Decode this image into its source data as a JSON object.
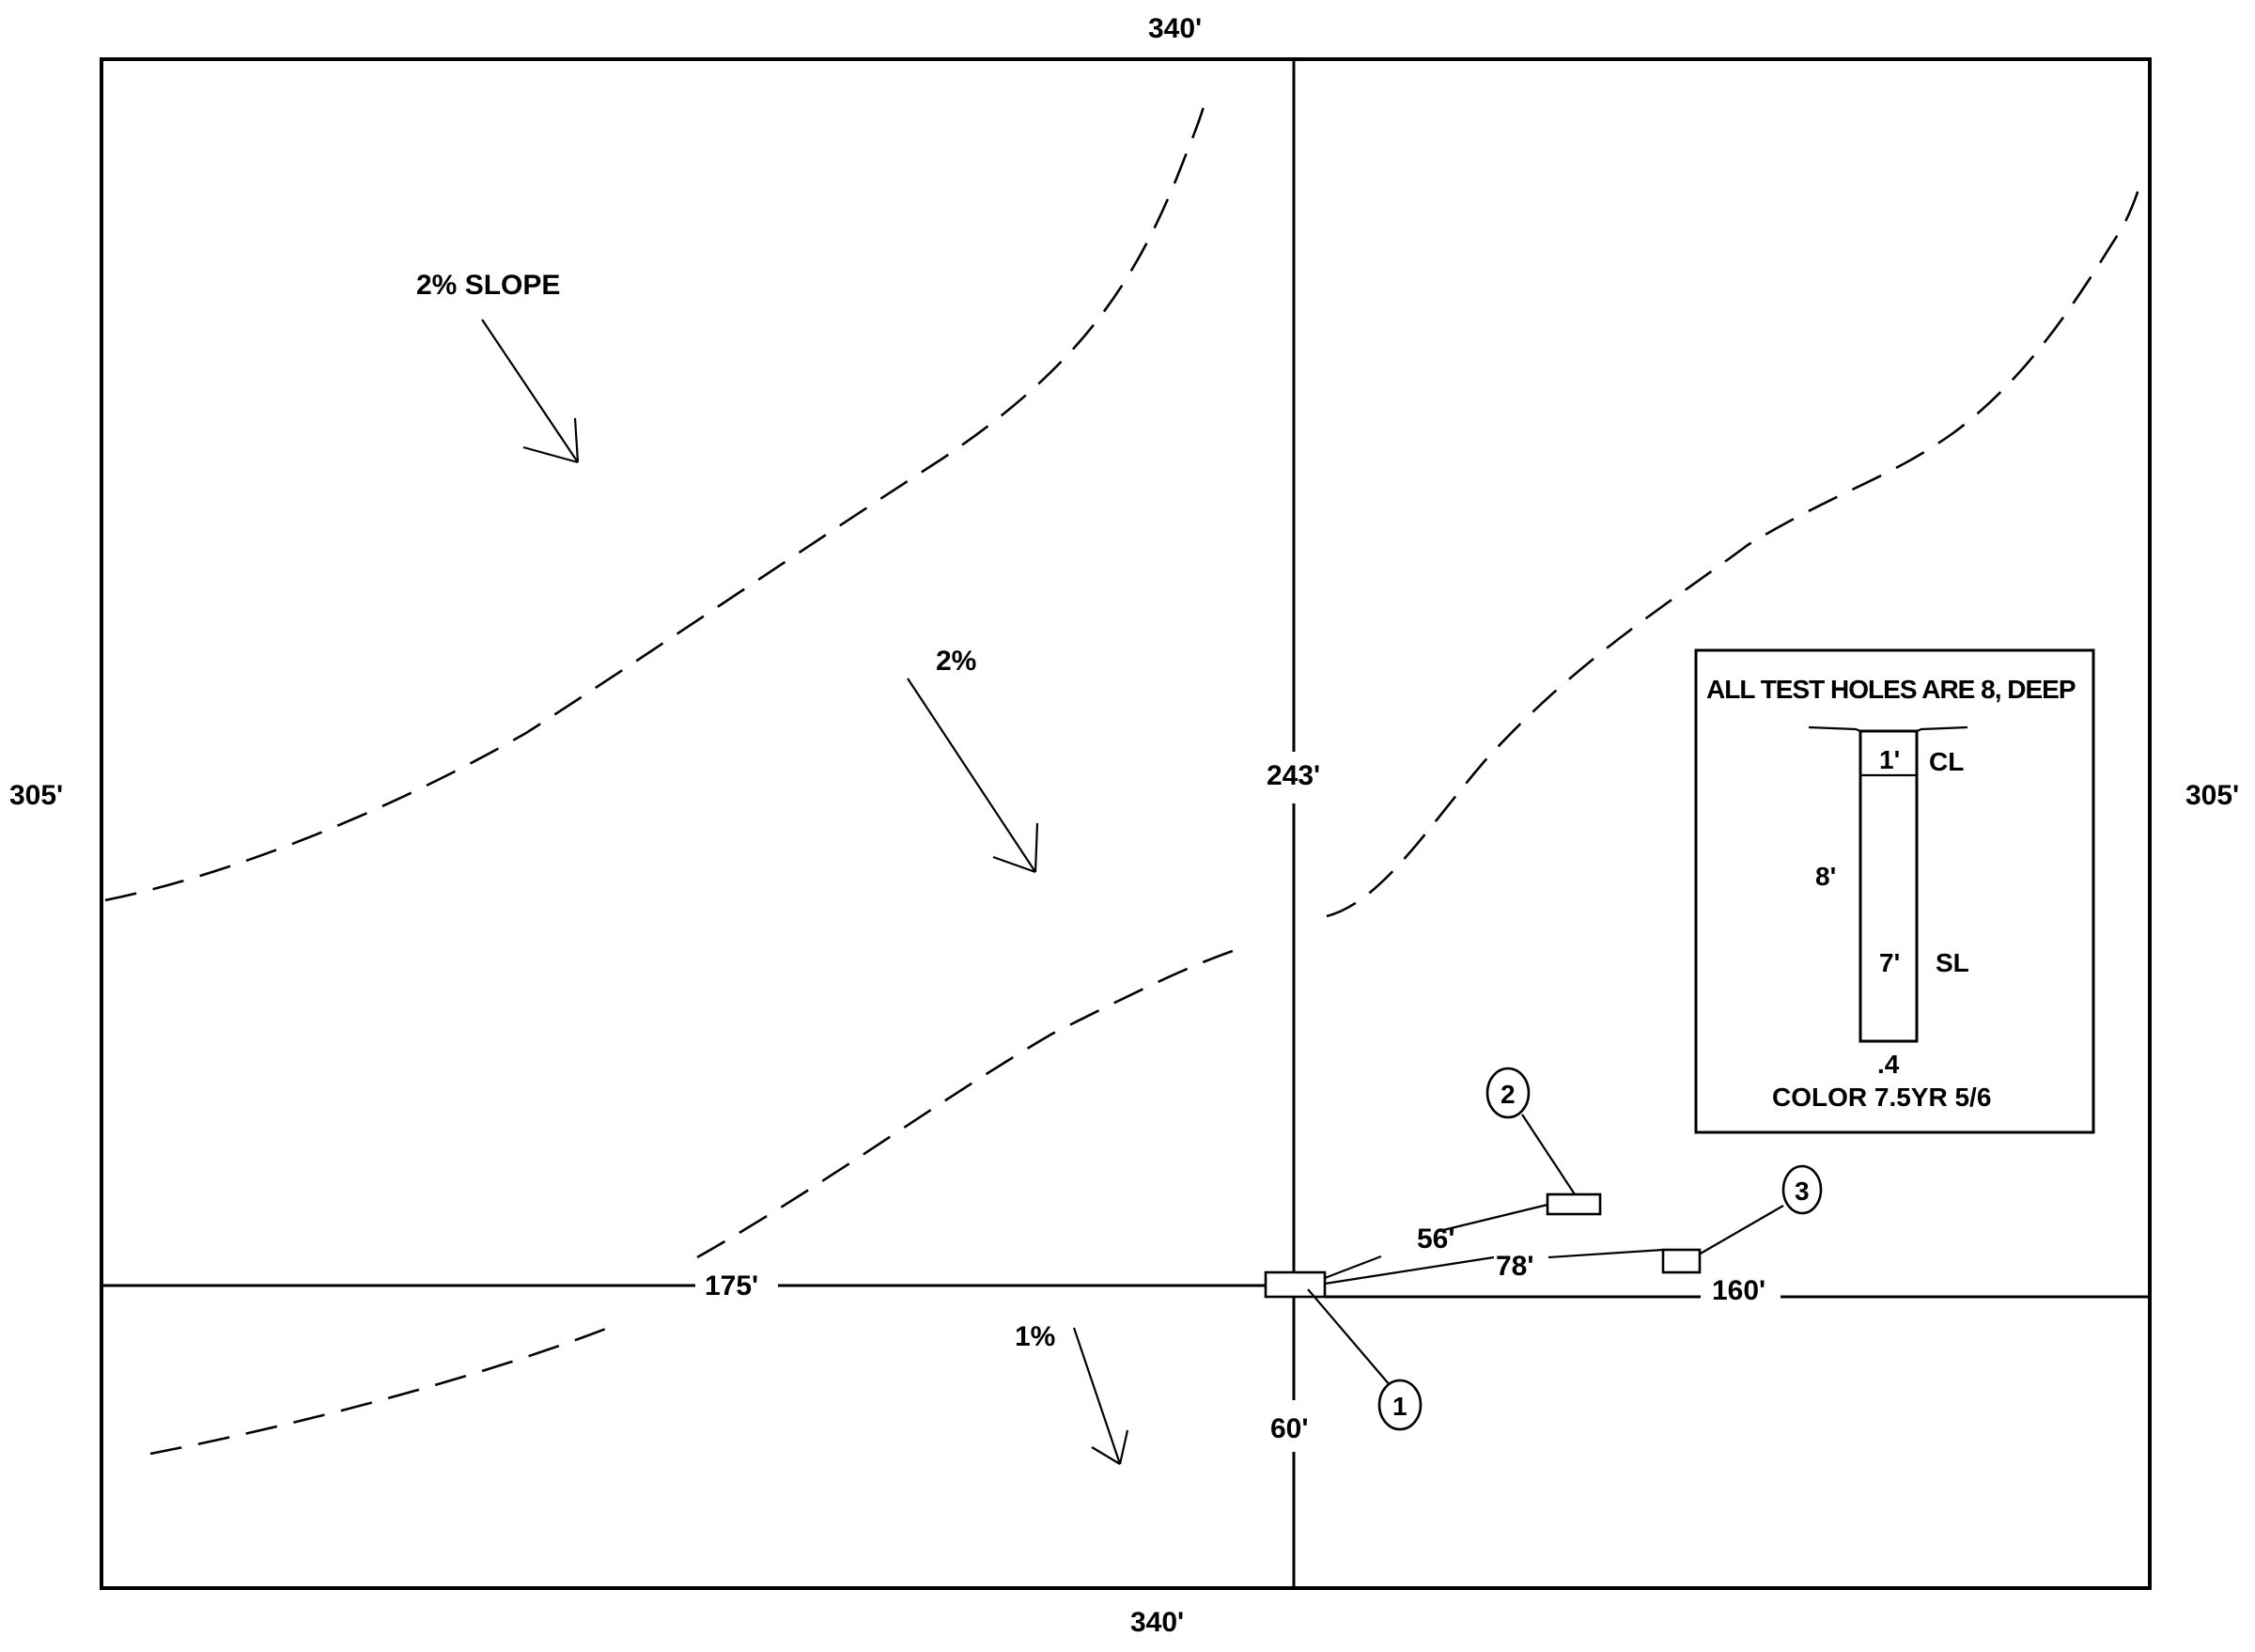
{
  "title": "Site plan with test hole locations",
  "boundary": {
    "top_label": "340'",
    "bottom_label": "340'",
    "left_label": "305'",
    "right_label": "305'"
  },
  "dimensions": {
    "north_to_point": "243'",
    "south_to_point": "60'",
    "west_to_point": "175'",
    "east_to_point": "160'",
    "hole1_to_hole2": "56'",
    "hole1_to_hole3": "78'"
  },
  "slopes": [
    {
      "label": "2% SLOPE"
    },
    {
      "label": "2%"
    },
    {
      "label": "1%"
    }
  ],
  "test_holes": [
    {
      "number": "1"
    },
    {
      "number": "2"
    },
    {
      "number": "3"
    }
  ],
  "legend": {
    "title": "ALL TEST HOLES ARE 8, DEEP",
    "total_depth": "8'",
    "layer1_depth": "1'",
    "layer1_soil": "CL",
    "layer2_depth": "7'",
    "layer2_soil": "SL",
    "bottom_value": ".4",
    "color": "COLOR 7.5YR 5/6"
  }
}
